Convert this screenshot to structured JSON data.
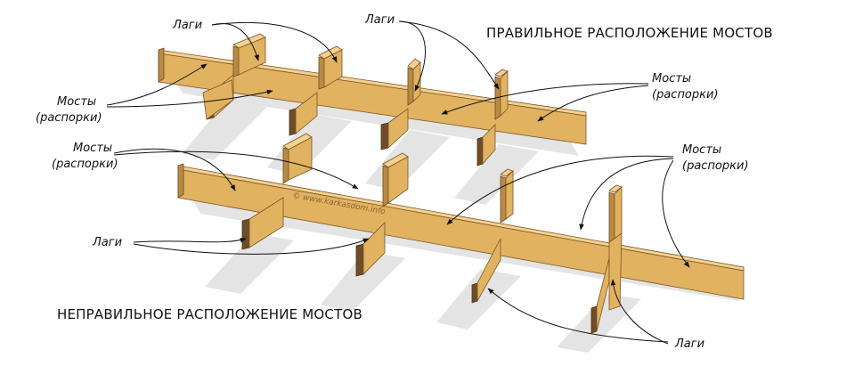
{
  "headings": {
    "correct": "ПРАВИЛЬНОЕ РАСПОЛОЖЕНИЕ МОСТОВ",
    "incorrect": "НЕПРАВИЛЬНОЕ РАСПОЛОЖЕНИЕ МОСТОВ"
  },
  "labels": {
    "joists": "Лаги",
    "bridges_line1": "Мосты",
    "bridges_line2": "(распорки)"
  },
  "watermark": "© www.karkasdom.info",
  "colors": {
    "wood_face": "#e1b25f",
    "wood_top": "#f3d190",
    "wood_side": "#b88a44",
    "wood_dark": "#6e4d28",
    "shadow": "#e4e4e4",
    "ink": "#111111"
  }
}
